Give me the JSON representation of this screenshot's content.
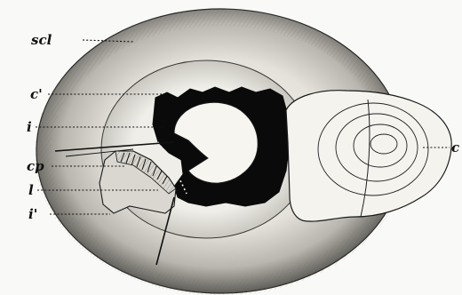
{
  "labels": {
    "scl": "scl",
    "c_prime": "c'",
    "i": "i",
    "cp": "cp",
    "l": "l",
    "i_prime": "i'",
    "c": "c"
  },
  "colors": {
    "paper": "#f9f9f7",
    "ink": "#111111",
    "sclera_light": "#e8e6e0",
    "sclera_dark": "#5a5a55",
    "pupil": "#0a0a0a",
    "cornea": "#f4f3ee"
  }
}
